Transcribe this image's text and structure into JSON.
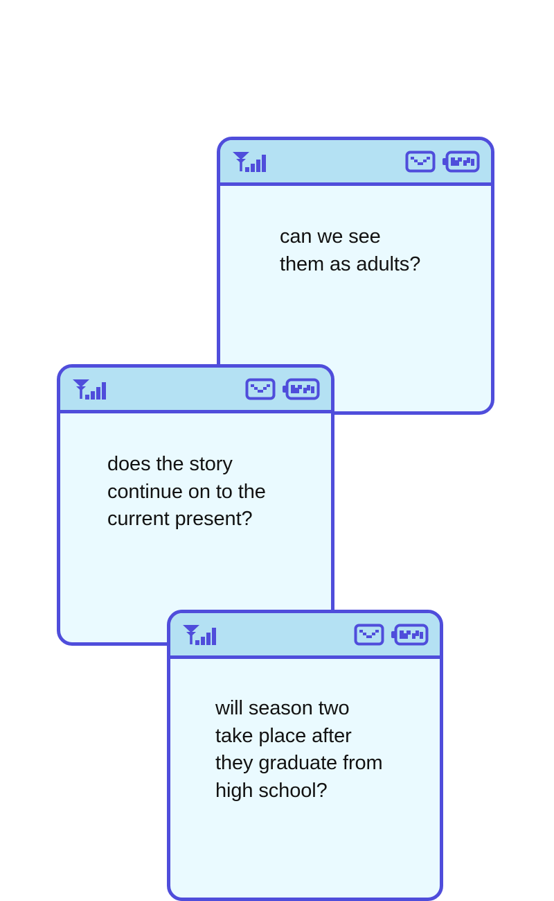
{
  "page": {
    "background_color": "#ffffff",
    "accent_color": "#4f4ddb",
    "header_color": "#b4e1f3",
    "body_color": "#eafaff",
    "text_color": "#121212"
  },
  "cards": [
    {
      "id": "card-1",
      "text": "can we see\nthem as adults?",
      "status_icons": {
        "signal": "signal-bars-icon",
        "envelope": "envelope-icon",
        "battery": "battery-icon"
      }
    },
    {
      "id": "card-2",
      "text": "does the story\ncontinue on to the\ncurrent present?",
      "status_icons": {
        "signal": "signal-bars-icon",
        "envelope": "envelope-icon",
        "battery": "battery-icon"
      }
    },
    {
      "id": "card-3",
      "text": "will season two\ntake place after\nthey graduate from\nhigh school?",
      "status_icons": {
        "signal": "signal-bars-icon",
        "envelope": "envelope-icon",
        "battery": "battery-icon"
      }
    }
  ]
}
